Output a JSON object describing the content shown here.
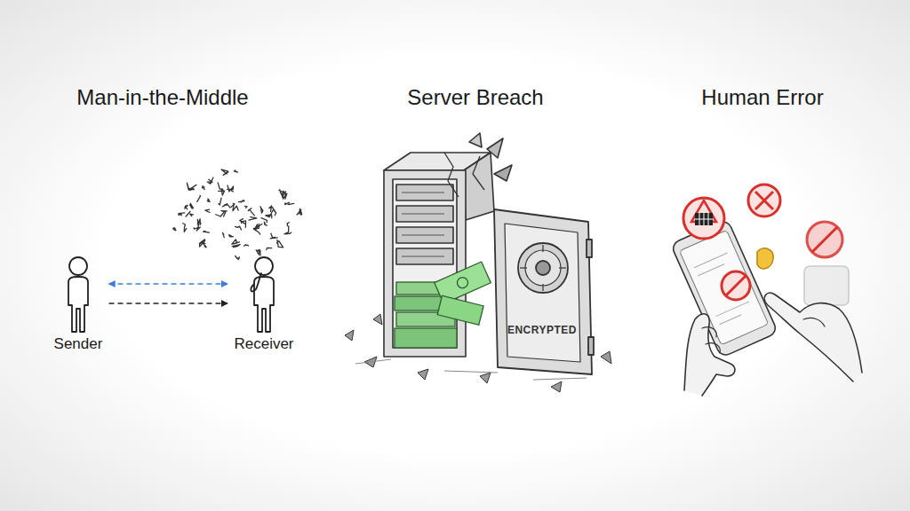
{
  "diagram": {
    "nodes": [
      {
        "text": [
          "Sender"
        ]
      },
      {
        "text": [
          "Receiver"
        ]
      }
    ],
    "edges": [
      {
        "from": 0,
        "to": 1,
        "arrow": "both"
      },
      {
        "from": 0,
        "to": 1,
        "arrow": "to"
      }
    ],
    "labels": [
      "Man-in-the-Middle",
      "Server Breach",
      "Human Error",
      "ENCRYPTED"
    ]
  }
}
